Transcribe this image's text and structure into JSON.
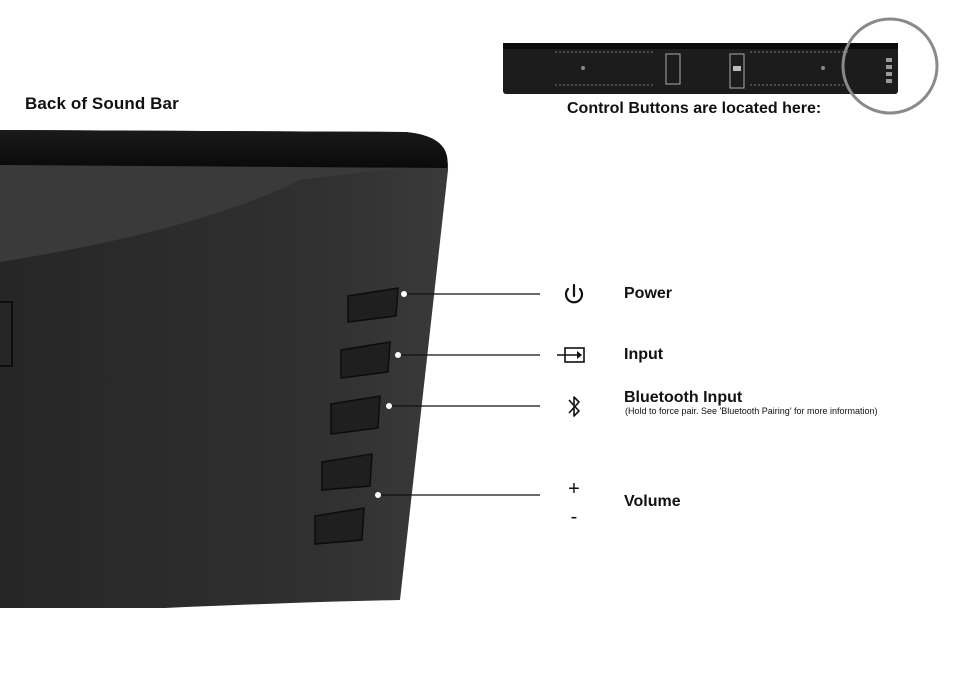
{
  "heading": "Back of Sound Bar",
  "top_caption": "Control Buttons are located here:",
  "controls": {
    "power": {
      "label": "Power",
      "icon": "power-icon"
    },
    "input": {
      "label": "Input",
      "icon": "input-icon"
    },
    "bluetooth": {
      "label": "Bluetooth Input",
      "note": "(Hold to force pair. See 'Bluetooth Pairing' for more information)",
      "icon": "bluetooth-icon"
    },
    "volume": {
      "label": "Volume",
      "plus": "+",
      "minus": "-"
    }
  },
  "colors": {
    "bar_body": "#2e2e2e",
    "bar_top": "#0f0f0f",
    "button": "#1e1e1e",
    "highlight_circle": "#8a8a8a"
  }
}
